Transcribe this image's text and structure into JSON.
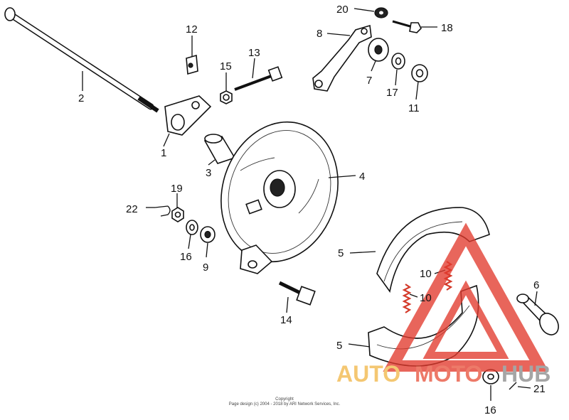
{
  "callouts": {
    "c1": "1",
    "c2": "2",
    "c3": "3",
    "c4": "4",
    "c5a": "5",
    "c5b": "5",
    "c6": "6",
    "c7": "7",
    "c8": "8",
    "c9": "9",
    "c10a": "10",
    "c10b": "10",
    "c11": "11",
    "c12": "12",
    "c13": "13",
    "c14": "14",
    "c15": "15",
    "c16a": "16",
    "c16b": "16",
    "c17": "17",
    "c18": "18",
    "c19": "19",
    "c20": "20",
    "c21": "21",
    "c22": "22"
  },
  "copyright": {
    "line1": "Copyright",
    "line2": "Page design (c) 2004 - 2018 by ARI Network Services, Inc."
  },
  "watermark": {
    "auto": "AUTO",
    "moto": "MOTO",
    "hub": "HUB",
    "color_auto": "#f2b84b",
    "color_moto": "#e8553f",
    "color_hub": "#8c8c8c",
    "triangle_color": "#e23b2e"
  }
}
